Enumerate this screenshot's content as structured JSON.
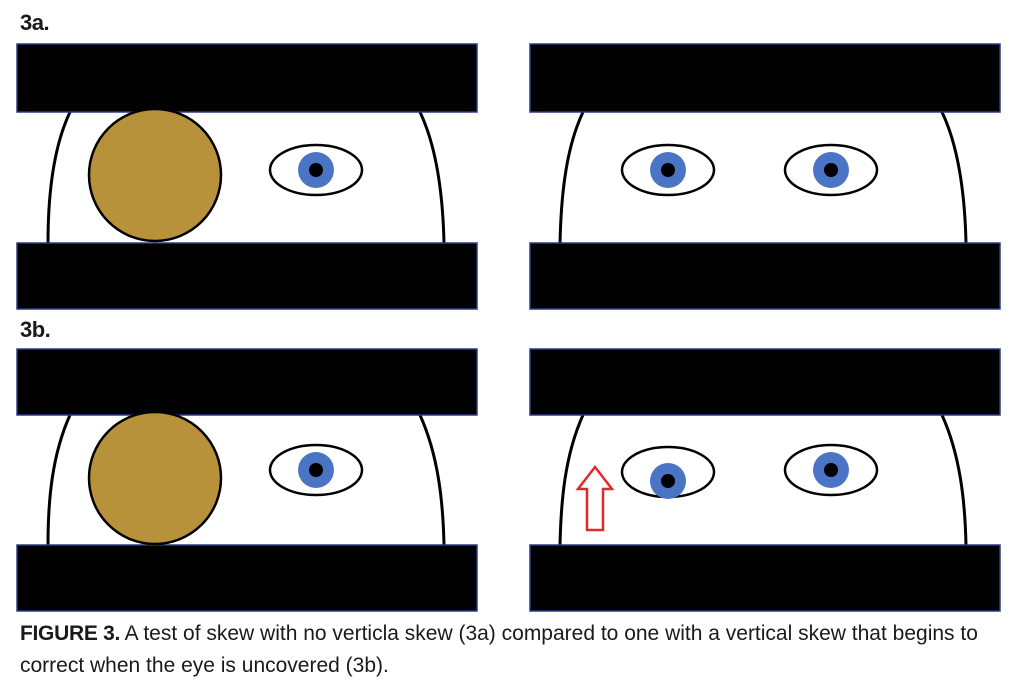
{
  "labels": {
    "panel_a": "3a.",
    "panel_b": "3b."
  },
  "caption": {
    "lead": "FIGURE 3.",
    "text": " A test of skew with no verticla skew (3a) compared to one with a vertical skew that begins to correct when the eye is uncovered (3b)."
  },
  "colors": {
    "bar": "#000000",
    "bar_edge": "#2b3a8a",
    "occluder": "#b8923a",
    "iris": "#4a74c4",
    "arrow": "#e02a2a"
  },
  "icons": {
    "occluder": "round-occluder-icon",
    "eye": "eye-icon",
    "arrow": "up-arrow-icon"
  }
}
